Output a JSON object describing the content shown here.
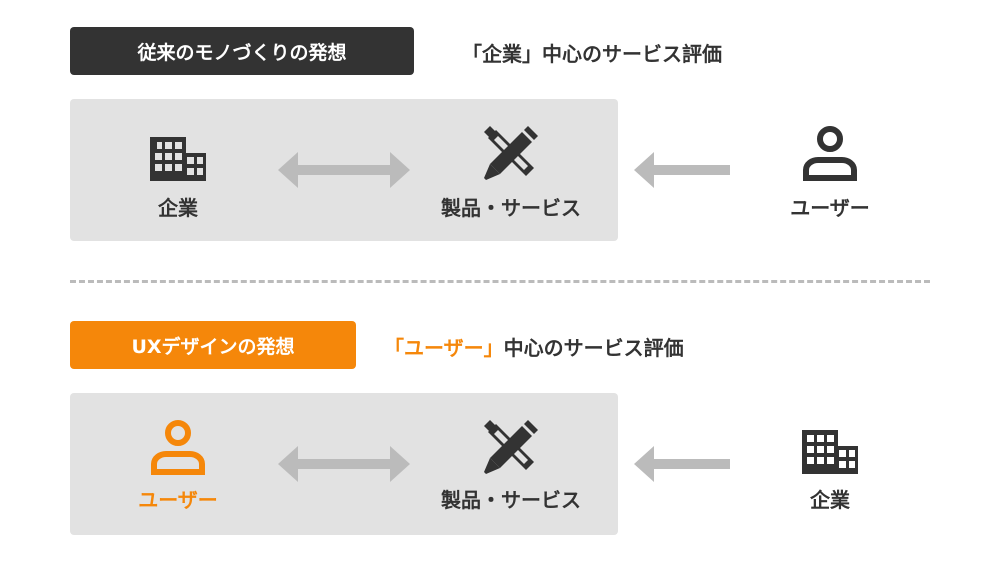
{
  "traditional": {
    "tag": "従来のモノづくりの発想",
    "caption_open": "「企業」",
    "caption_rest": "中心のサービス評価",
    "left_label": "企業",
    "center_label": "製品・サービス",
    "right_label": "ユーザー",
    "left_icon": "building-icon",
    "center_icon": "tools-icon",
    "right_icon": "user-icon"
  },
  "ux": {
    "tag": "UXデザインの発想",
    "caption_open": "「ユーザー」",
    "caption_rest": "中心のサービス評価",
    "left_label": "ユーザー",
    "center_label": "製品・サービス",
    "right_label": "企業",
    "left_icon": "user-icon",
    "center_icon": "tools-icon",
    "right_icon": "building-icon"
  },
  "colors": {
    "dark": "#333333",
    "accent": "#f5870a",
    "panel": "#e2e2e2",
    "arrow": "#bbbbbb"
  }
}
